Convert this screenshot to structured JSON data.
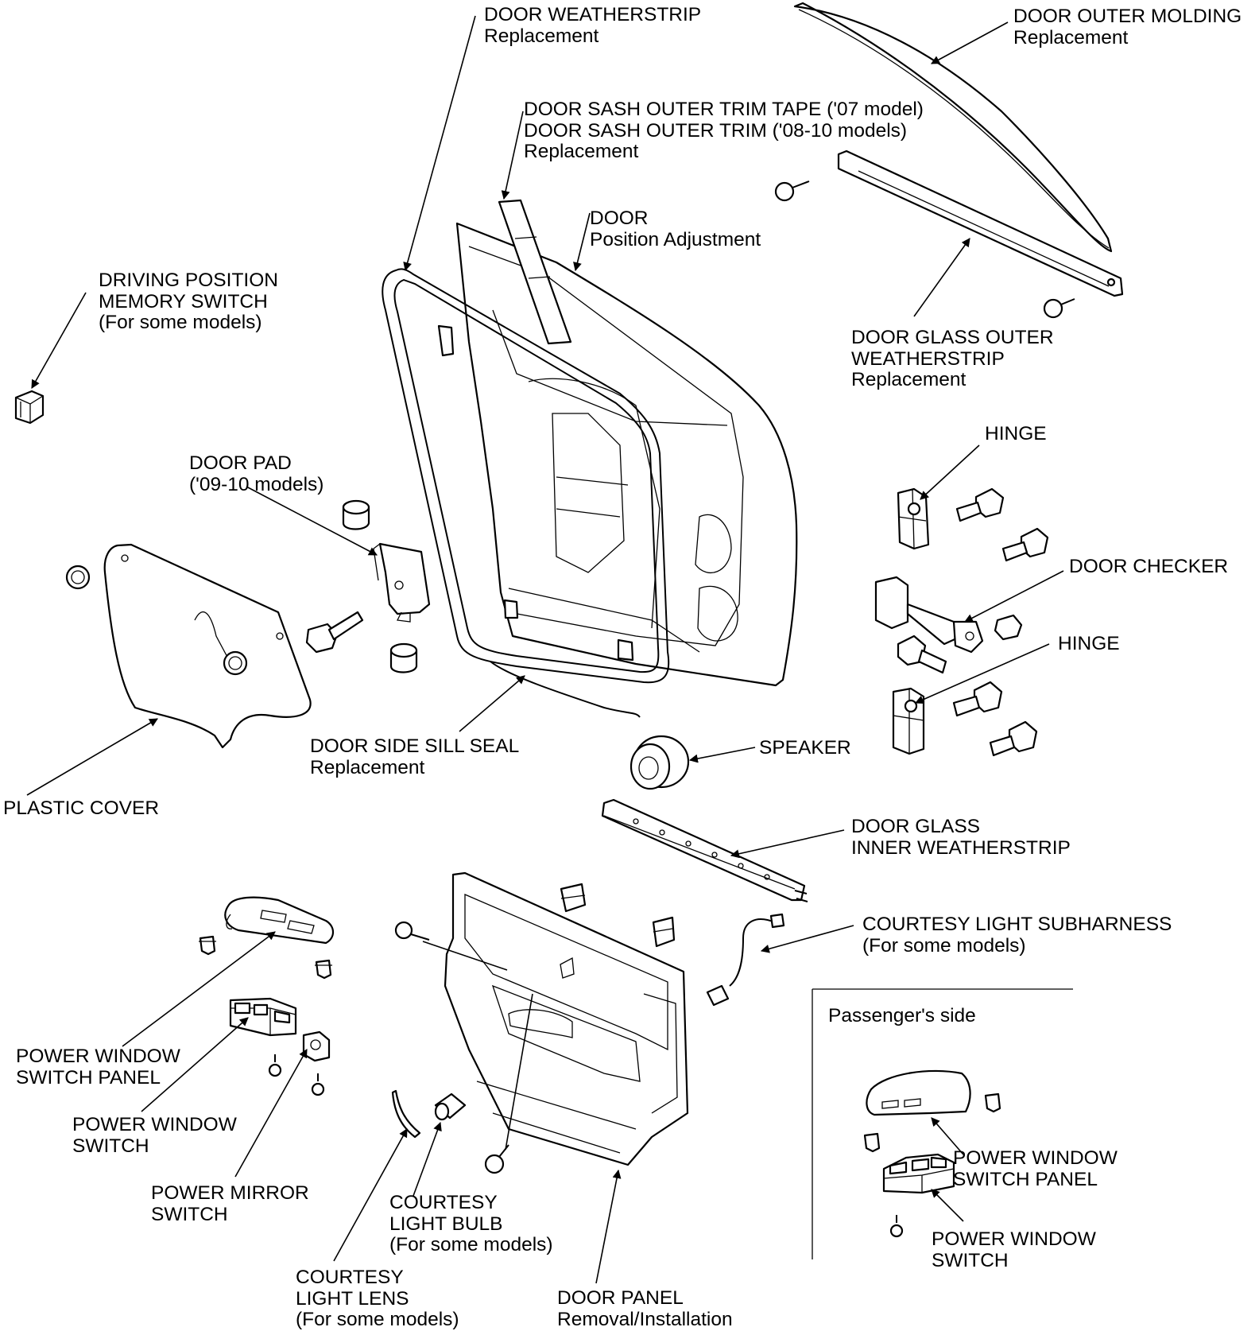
{
  "labels": {
    "door_weatherstrip": [
      "DOOR WEATHERSTRIP",
      "Replacement"
    ],
    "door_outer_molding": [
      "DOOR OUTER MOLDING",
      "Replacement"
    ],
    "door_sash_trim": [
      "DOOR SASH OUTER TRIM TAPE ('07 model)",
      "DOOR SASH OUTER TRIM ('08-10 models)",
      "Replacement"
    ],
    "door": [
      "DOOR",
      "Position Adjustment"
    ],
    "driving_position_memory_switch": [
      "DRIVING POSITION",
      "MEMORY SWITCH",
      "(For some models)"
    ],
    "door_glass_outer_weatherstrip": [
      "DOOR GLASS OUTER",
      "WEATHERSTRIP",
      "Replacement"
    ],
    "hinge_upper": [
      "HINGE"
    ],
    "door_pad": [
      "DOOR PAD",
      "('09-10 models)"
    ],
    "door_checker": [
      "DOOR CHECKER"
    ],
    "hinge_lower": [
      "HINGE"
    ],
    "door_side_sill_seal": [
      "DOOR SIDE SILL SEAL",
      "Replacement"
    ],
    "speaker": [
      "SPEAKER"
    ],
    "plastic_cover": [
      "PLASTIC COVER"
    ],
    "door_glass_inner_weatherstrip": [
      "DOOR GLASS",
      "INNER WEATHERSTRIP"
    ],
    "courtesy_light_subharness": [
      "COURTESY LIGHT SUBHARNESS",
      "(For some models)"
    ],
    "power_window_switch_panel": [
      "POWER WINDOW",
      "SWITCH PANEL"
    ],
    "power_window_switch": [
      "POWER WINDOW",
      "SWITCH"
    ],
    "power_mirror_switch": [
      "POWER MIRROR",
      "SWITCH"
    ],
    "courtesy_light_bulb": [
      "COURTESY",
      "LIGHT BULB",
      "(For some models)"
    ],
    "courtesy_light_lens": [
      "COURTESY",
      "LIGHT LENS",
      "(For some models)"
    ],
    "door_panel": [
      "DOOR PANEL",
      "Removal/Installation"
    ]
  },
  "inset": {
    "title": "Passenger's side",
    "power_window_switch_panel": [
      "POWER WINDOW",
      "SWITCH PANEL"
    ],
    "power_window_switch": [
      "POWER WINDOW",
      "SWITCH"
    ]
  }
}
